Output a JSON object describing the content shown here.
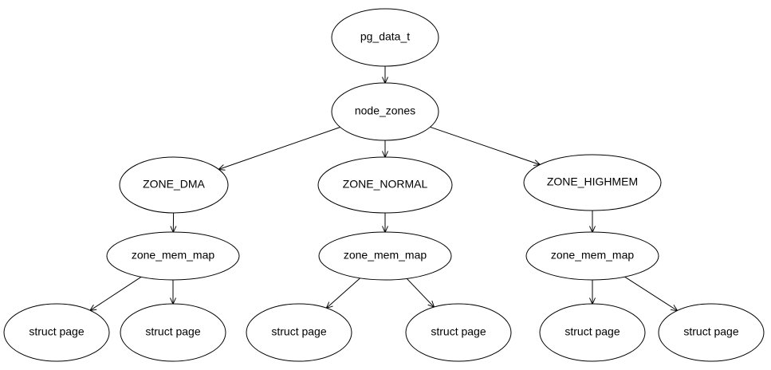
{
  "diagram": {
    "nodes": [
      {
        "id": "pg_data_t",
        "label": "pg_data_t"
      },
      {
        "id": "node_zones",
        "label": "node_zones"
      },
      {
        "id": "zone_dma",
        "label": "ZONE_DMA"
      },
      {
        "id": "zone_normal",
        "label": "ZONE_NORMAL"
      },
      {
        "id": "zone_highmem",
        "label": "ZONE_HIGHMEM"
      },
      {
        "id": "zmm_dma",
        "label": "zone_mem_map"
      },
      {
        "id": "zmm_normal",
        "label": "zone_mem_map"
      },
      {
        "id": "zmm_highmem",
        "label": "zone_mem_map"
      },
      {
        "id": "sp_dma_1",
        "label": "struct page"
      },
      {
        "id": "sp_dma_2",
        "label": "struct page"
      },
      {
        "id": "sp_normal_1",
        "label": "struct page"
      },
      {
        "id": "sp_normal_2",
        "label": "struct page"
      },
      {
        "id": "sp_highmem_1",
        "label": "struct page"
      },
      {
        "id": "sp_highmem_2",
        "label": "struct page"
      }
    ],
    "edges": [
      {
        "from": "pg_data_t",
        "to": "node_zones"
      },
      {
        "from": "node_zones",
        "to": "zone_dma"
      },
      {
        "from": "node_zones",
        "to": "zone_normal"
      },
      {
        "from": "node_zones",
        "to": "zone_highmem"
      },
      {
        "from": "zone_dma",
        "to": "zmm_dma"
      },
      {
        "from": "zone_normal",
        "to": "zmm_normal"
      },
      {
        "from": "zone_highmem",
        "to": "zmm_highmem"
      },
      {
        "from": "zmm_dma",
        "to": "sp_dma_1"
      },
      {
        "from": "zmm_dma",
        "to": "sp_dma_2"
      },
      {
        "from": "zmm_normal",
        "to": "sp_normal_1"
      },
      {
        "from": "zmm_normal",
        "to": "sp_normal_2"
      },
      {
        "from": "zmm_highmem",
        "to": "sp_highmem_1"
      },
      {
        "from": "zmm_highmem",
        "to": "sp_highmem_2"
      }
    ]
  }
}
